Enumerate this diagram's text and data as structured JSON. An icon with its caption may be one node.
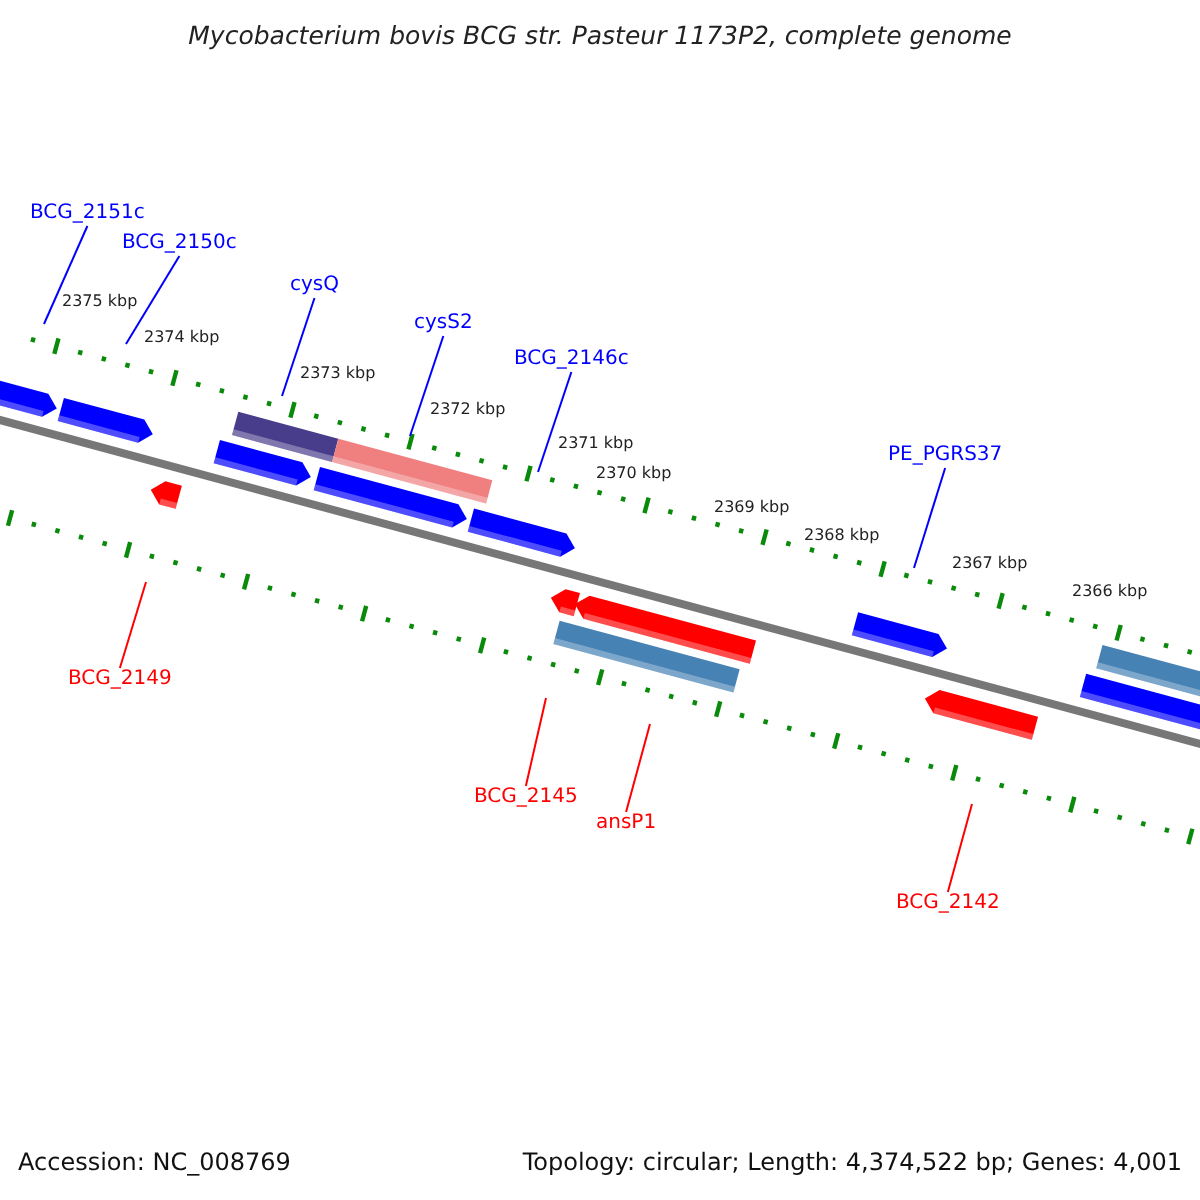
{
  "diagram": {
    "title": "Mycobacterium bovis BCG str. Pasteur 1173P2, complete genome",
    "nodes": [
      {
        "text": [
          "BCG_2151c"
        ]
      },
      {
        "text": [
          "BCG_2150c"
        ]
      },
      {
        "text": [
          "cysQ"
        ]
      },
      {
        "text": [
          "cysS2"
        ]
      },
      {
        "text": [
          "BCG_2146c"
        ]
      },
      {
        "text": [
          "PE_PGRS37"
        ]
      },
      {
        "text": [
          "BCG_2149"
        ]
      },
      {
        "text": [
          "BCG_2145"
        ]
      },
      {
        "text": [
          "ansP1"
        ]
      },
      {
        "text": [
          "BCG_2142"
        ]
      }
    ],
    "edges": [
      {
        "from": 0,
        "to": null,
        "arrow": "none"
      },
      {
        "from": 1,
        "to": null,
        "arrow": "none"
      },
      {
        "from": 2,
        "to": null,
        "arrow": "none"
      },
      {
        "from": 3,
        "to": null,
        "arrow": "none"
      },
      {
        "from": 4,
        "to": null,
        "arrow": "none"
      },
      {
        "from": 5,
        "to": null,
        "arrow": "none"
      },
      {
        "from": 6,
        "to": null,
        "arrow": "none",
        "color": "#ff0000"
      },
      {
        "from": 7,
        "to": null,
        "arrow": "none",
        "color": "#ff0000"
      },
      {
        "from": 8,
        "to": null,
        "arrow": "none",
        "color": "#ff0000"
      },
      {
        "from": 9,
        "to": null,
        "arrow": "none",
        "color": "#ff0000"
      }
    ],
    "labels": [
      "2375 kbp",
      "2374 kbp",
      "2373 kbp",
      "2372 kbp",
      "2371 kbp",
      "2370 kbp",
      "2369 kbp",
      "2368 kbp",
      "2367 kbp",
      "2366 kbp",
      "Accession: NC_008769",
      "Topology: circular; Length: 4,374,522 bp; Genes: 4,001"
    ]
  }
}
